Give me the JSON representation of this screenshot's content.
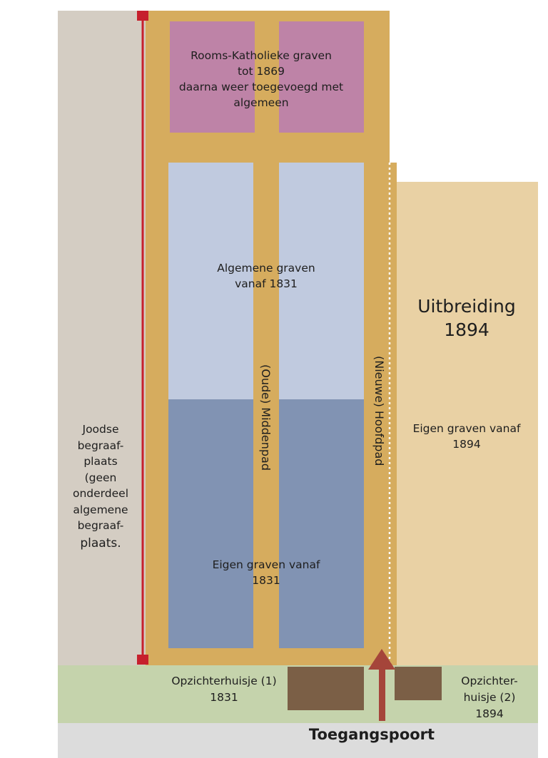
{
  "labels": {
    "rk_graves": "Rooms-Katholieke graven\ntot 1869\ndaarna weer toegevoegd met\nalgemeen",
    "general_graves": "Algemene graven\nvanaf 1831",
    "own_graves_1831": "Eigen graven vanaf\n1831",
    "old_middle_path": "(Oude) Middenpad",
    "new_main_path": "(Nieuwe) Hoofdpad",
    "jewish_cemetery": "Joodse\nbegraaf-\nplaats\n(geen\nonderdeel\nalgemene\nbegraaf-",
    "jewish_cemetery_last": "plaats.",
    "extension_title": "Uitbreiding\n1894",
    "own_graves_1894": "Eigen graven vanaf\n1894",
    "keeper_house_1": "Opzichterhuisje (1)\n1831",
    "keeper_house_2": "Opzichter-\nhuisje (2)\n1894",
    "gate": "Toegangspoort"
  },
  "colors": {
    "jewish_area": "#d4cdc3",
    "path_sand": "#d6ac5e",
    "rk_section": "#be83a7",
    "general_section": "#c0cadf",
    "own_section": "#8193b3",
    "extension": "#e9d1a4",
    "entrance_strip": "#c5d3ac",
    "gate_strip": "#dcdcdc",
    "house": "#7b5f46",
    "wall_line": "#c6202d",
    "arrow": "#a5453a"
  }
}
